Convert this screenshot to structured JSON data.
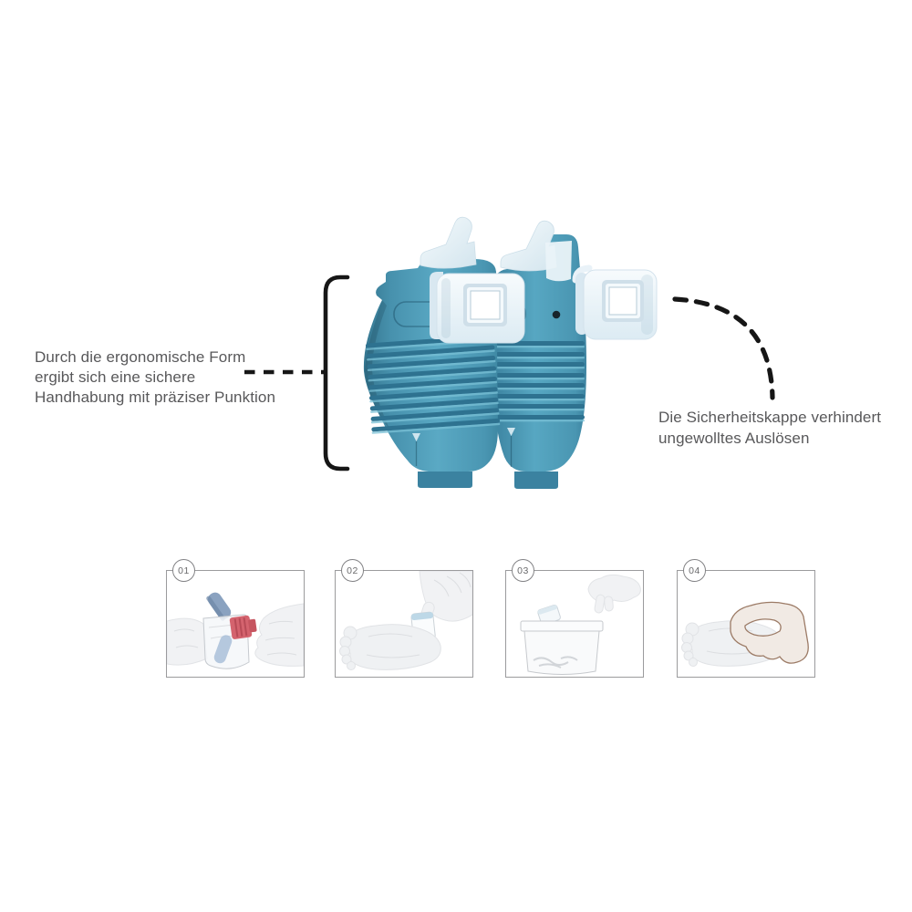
{
  "hero": {
    "left_annotation": {
      "lines": [
        "Durch die ergonomische Form",
        "ergibt sich eine sichere",
        "Handhabung mit präziser Punktion"
      ]
    },
    "right_annotation": {
      "lines": [
        "Die Sicherheitskappe verhindert",
        "ungewolltes Auslösen"
      ]
    },
    "icons": [
      "brace-bracket-icon",
      "dashed-connector-line",
      "dashed-connector-arc",
      "safety-lancet-left",
      "safety-lancet-right",
      "safety-cap-attached",
      "safety-cap-detached"
    ]
  },
  "steps": [
    {
      "number": "01",
      "illustration": "hands-removing-red-protective-cap-from-lancet"
    },
    {
      "number": "02",
      "illustration": "lancet-pressed-on-infant-heel"
    },
    {
      "number": "03",
      "illustration": "hand-dropping-lancet-into-sharps-container"
    },
    {
      "number": "04",
      "illustration": "hand-massaging-infant-foot"
    }
  ],
  "colors": {
    "background": "#ffffff",
    "annotation_text": "#58585a",
    "connector": "#161616",
    "device_body_teal": "#4f9db9",
    "device_body_shadow": "#35768f",
    "device_rib_dark": "#2e7290",
    "device_rib_highlight": "#7ac0d5",
    "safety_cap_light": "#e9f2f8",
    "trigger_white": "#eef5f9",
    "release_dot_dark": "#17242c",
    "step_box_border": "#9b9b9d",
    "step_badge_text": "#6a6a6c",
    "red_cap": "#d4636e",
    "lancet_blue_part": "#8aa2c0"
  }
}
